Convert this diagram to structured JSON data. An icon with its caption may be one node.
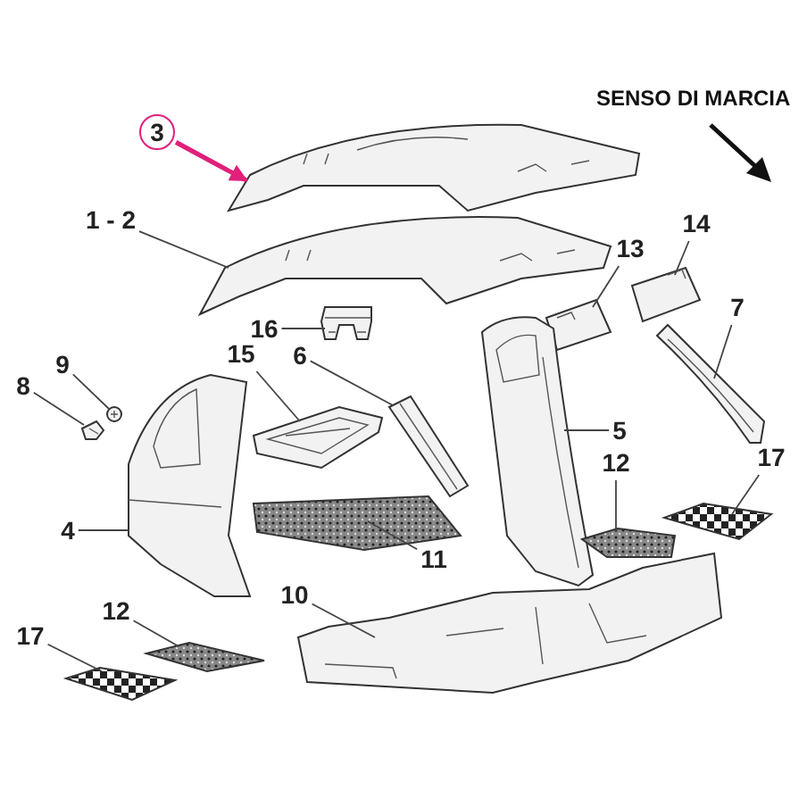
{
  "diagram": {
    "nodes": [
      {
        "text": [
          "3"
        ]
      },
      {
        "text": [],
        "shape": "picture"
      },
      {
        "text": [
          "1 - 2"
        ]
      },
      {
        "text": [],
        "shape": "picture"
      },
      {
        "text": [
          "16"
        ]
      },
      {
        "text": [],
        "shape": "picture"
      },
      {
        "text": [
          "13"
        ]
      },
      {
        "text": [],
        "shape": "picture"
      },
      {
        "text": [
          "14"
        ]
      },
      {
        "text": [],
        "shape": "picture"
      },
      {
        "text": [
          "7"
        ]
      },
      {
        "text": [],
        "shape": "picture"
      },
      {
        "text": [
          "9"
        ]
      },
      {
        "text": [],
        "shape": "picture"
      },
      {
        "text": [
          "8"
        ]
      },
      {
        "text": [],
        "shape": "picture"
      },
      {
        "text": [
          "15"
        ]
      },
      {
        "text": [],
        "shape": "picture"
      },
      {
        "text": [
          "6"
        ]
      },
      {
        "text": [],
        "shape": "picture"
      },
      {
        "text": [
          "5"
        ]
      },
      {
        "text": [],
        "shape": "picture"
      },
      {
        "text": [
          "4"
        ]
      },
      {
        "text": [],
        "shape": "picture"
      },
      {
        "text": [
          "11"
        ]
      },
      {
        "text": [],
        "shape": "picture"
      },
      {
        "text": [
          "12"
        ]
      },
      {
        "text": [],
        "shape": "picture"
      },
      {
        "text": [
          "17"
        ]
      },
      {
        "text": [],
        "shape": "picture"
      },
      {
        "text": [
          "12"
        ]
      },
      {
        "text": [],
        "shape": "picture"
      },
      {
        "text": [
          "17"
        ]
      },
      {
        "text": [],
        "shape": "picture"
      },
      {
        "text": [
          "10"
        ]
      },
      {
        "text": [],
        "shape": "picture"
      }
    ],
    "edges": [
      {
        "from": 0,
        "to": 1,
        "arrow": "to",
        "color": "#e0207a",
        "style": "thick"
      },
      {
        "from": 2,
        "to": 3,
        "arrow": "none"
      },
      {
        "from": 4,
        "to": 5,
        "arrow": "none"
      },
      {
        "from": 6,
        "to": 7,
        "arrow": "none"
      },
      {
        "from": 8,
        "to": 9,
        "arrow": "none"
      },
      {
        "from": 10,
        "to": 11,
        "arrow": "none"
      },
      {
        "from": 12,
        "to": 13,
        "arrow": "none"
      },
      {
        "from": 14,
        "to": 15,
        "arrow": "none"
      },
      {
        "from": 16,
        "to": 17,
        "arrow": "none"
      },
      {
        "from": 18,
        "to": 19,
        "arrow": "none"
      },
      {
        "from": 20,
        "to": 21,
        "arrow": "none"
      },
      {
        "from": 22,
        "to": 23,
        "arrow": "none"
      },
      {
        "from": 24,
        "to": 25,
        "arrow": "none"
      },
      {
        "from": 26,
        "to": 27,
        "arrow": "none"
      },
      {
        "from": 28,
        "to": 29,
        "arrow": "none"
      },
      {
        "from": 30,
        "to": 31,
        "arrow": "none"
      },
      {
        "from": 32,
        "to": 33,
        "arrow": "none"
      },
      {
        "from": 34,
        "to": 35,
        "arrow": "none"
      }
    ],
    "labels": [
      "SENSO DI MARCIA"
    ]
  }
}
